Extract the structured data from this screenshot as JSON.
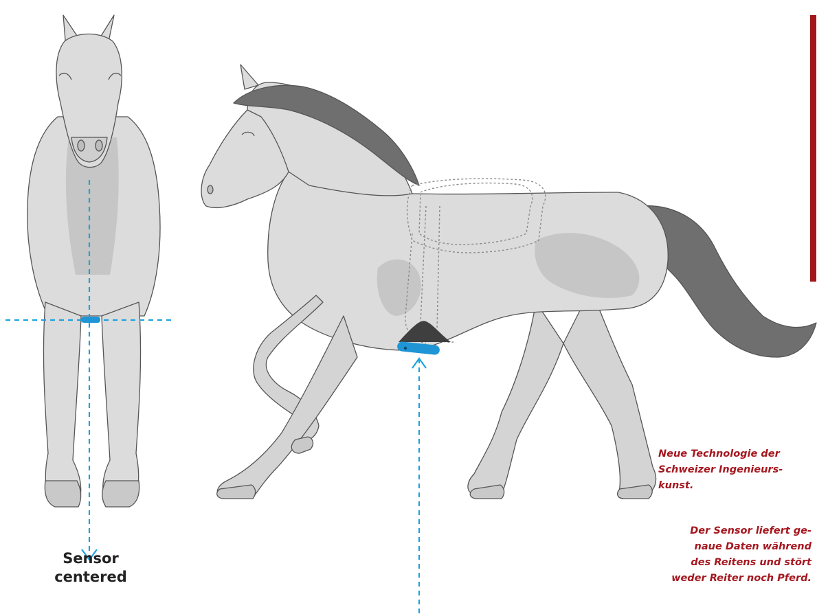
{
  "labels": {
    "sensor_label_line1": "Sensor",
    "sensor_label_line2": "centered"
  },
  "captions": {
    "caption_1": [
      "Neue Technologie der",
      "Schweizer Ingenieurs-",
      "kunst."
    ],
    "caption_2": [
      "Der Sensor liefert ge-",
      "naue Daten während",
      "des Reitens und stört",
      "weder Reiter noch Pferd."
    ]
  },
  "colors": {
    "horse_body": "#dcdcdc",
    "horse_shade": "#c4c4c4",
    "horse_outline": "#555555",
    "mane_tail": "#6f6f6f",
    "guide_line": "#1fa3dd",
    "sensor": "#1f95d6",
    "accent_bar": "#a3161c",
    "caption_text": "#a5171f",
    "label_text": "#222222"
  }
}
